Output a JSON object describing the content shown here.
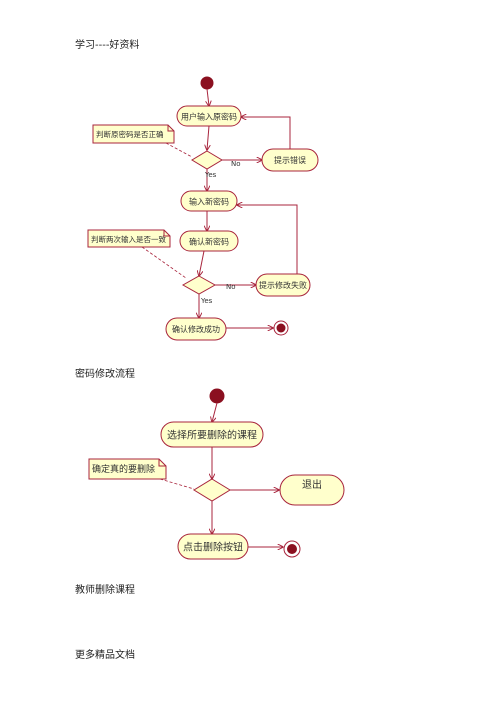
{
  "header": {
    "text": "学习----好资料"
  },
  "footer": {
    "text": "更多精品文档"
  },
  "colors": {
    "fill": "#ffffcc",
    "stroke": "#a8243c",
    "node": "#8b1020"
  },
  "diagram1": {
    "caption": "密码修改流程",
    "nodes": {
      "enter_old": "用户输入原密码",
      "prompt_error": "提示错误",
      "enter_new": "输入新密码",
      "confirm_new": "确认新密码",
      "prompt_fail": "提示修改失败",
      "confirm_success": "确认修改成功"
    },
    "notes": {
      "check_old": "判断原密码是否正确",
      "check_twice": "判断两次输入是否一致"
    },
    "labels": {
      "no1": "No",
      "yes1": "Yes",
      "no2": "No",
      "yes2": "Yes"
    }
  },
  "diagram2": {
    "caption": "教师删除课程",
    "nodes": {
      "select_course": "选择所要删除的课程",
      "exit": "退出",
      "click_delete": "点击删除按钮"
    },
    "notes": {
      "confirm_delete": "确定真的要删除"
    }
  }
}
